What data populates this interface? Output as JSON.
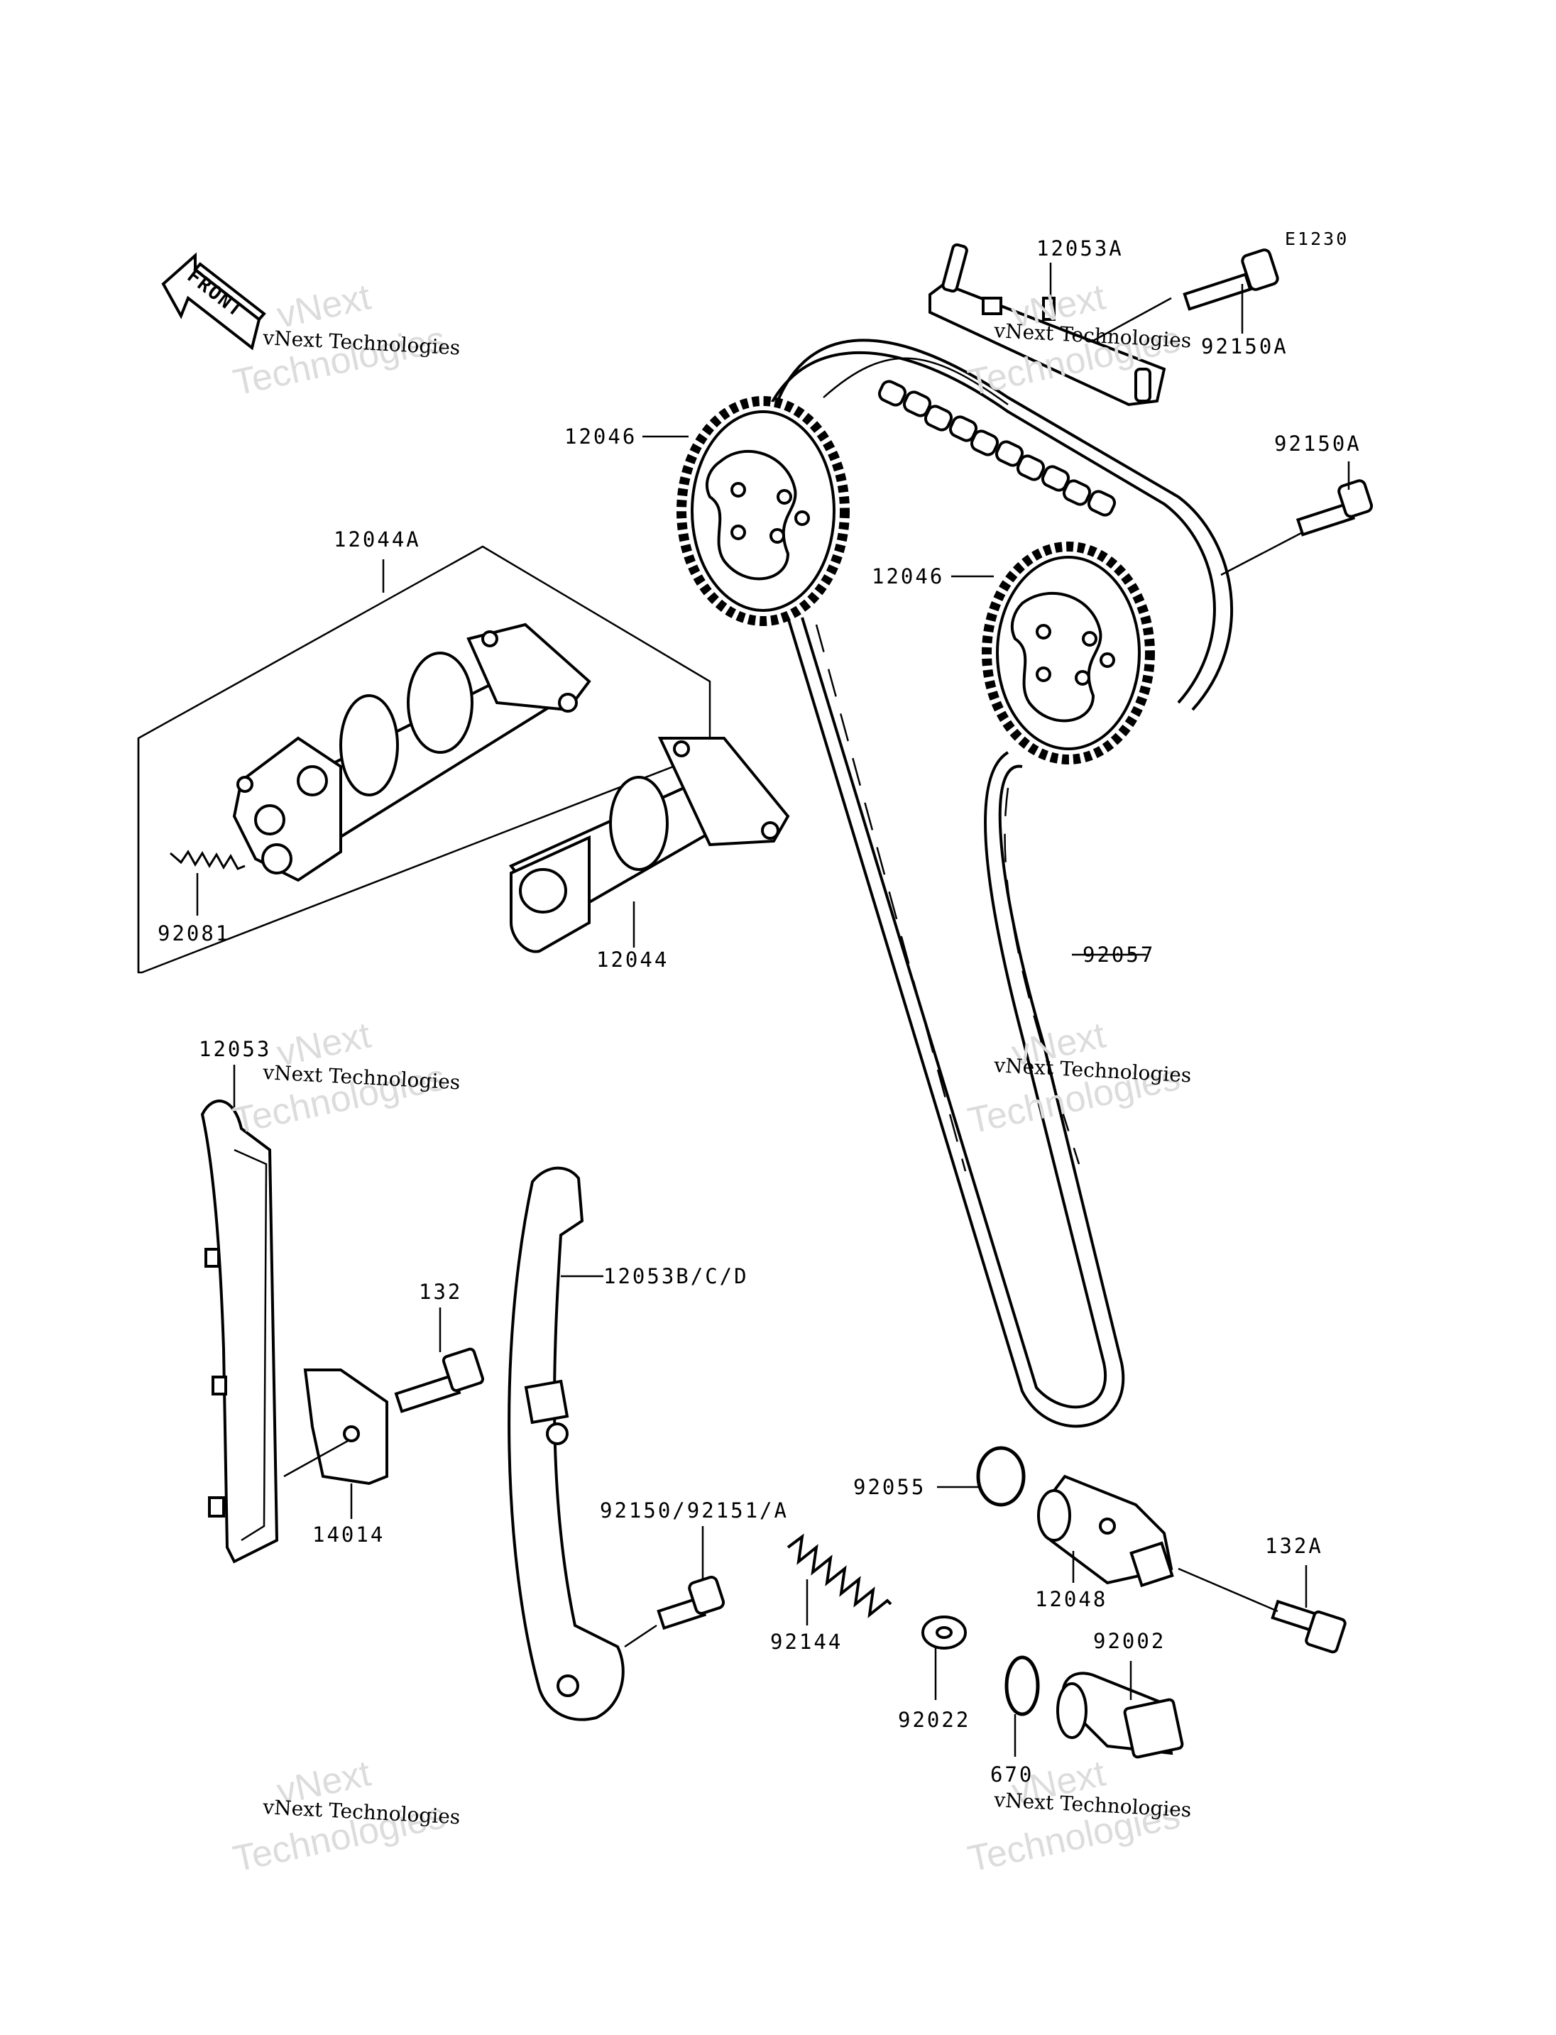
{
  "diagram_code": "E1230",
  "front_label": "FRONT",
  "watermark": {
    "brand": "vNext",
    "company": "vNext Technologies",
    "tech": "Technologies"
  },
  "parts": {
    "p12053A": "12053A",
    "p92150A_top": "92150A",
    "p92150A_mid": "92150A",
    "p12046_top": "12046",
    "p12046_mid": "12046",
    "p12044A": "12044A",
    "p92081": "92081",
    "p12044": "12044",
    "p92057": "92057",
    "p12053": "12053",
    "p12053BCD": "12053B/C/D",
    "p132": "132",
    "p14014": "14014",
    "p92055": "92055",
    "p92150_92151A": "92150/92151/A",
    "p132A": "132A",
    "p12048": "12048",
    "p92144": "92144",
    "p92002": "92002",
    "p92022": "92022",
    "p670": "670"
  }
}
